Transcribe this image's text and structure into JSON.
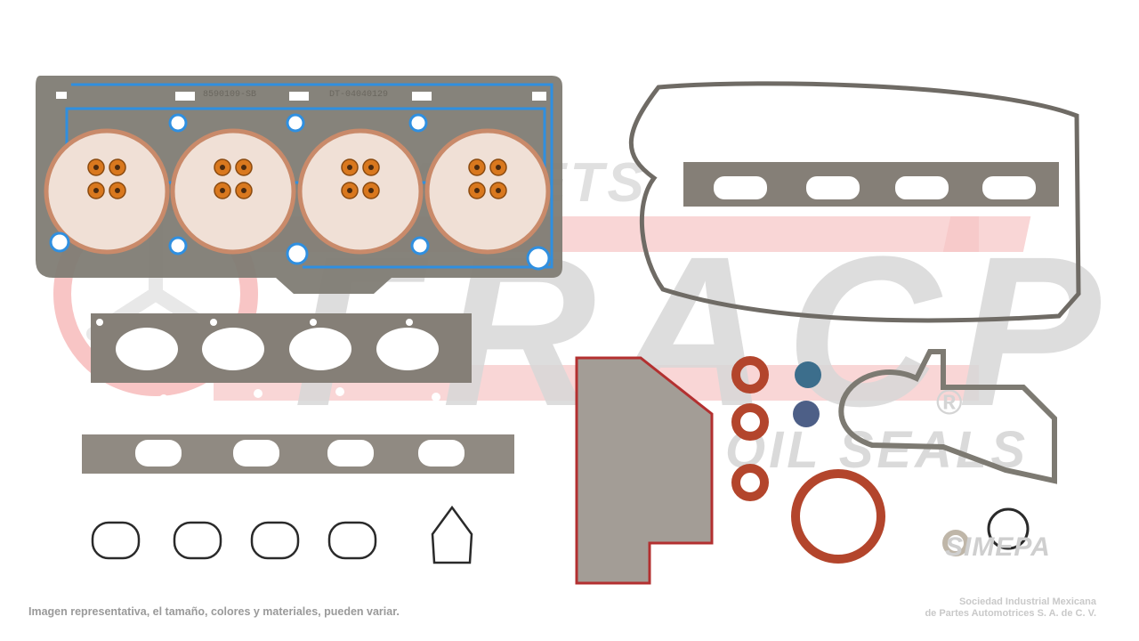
{
  "image": {
    "description": "Engine full gasket set product photo on white background with watermark",
    "parts": [
      "cylinder-head-gasket",
      "valve-stem-seals",
      "valve-cover-gasket",
      "exhaust-manifold-gasket",
      "intake-manifold-gasket",
      "intake-port-o-rings",
      "oil-filter-housing-gasket",
      "front-oil-seals",
      "rear-main-seal",
      "camshaft-plugs",
      "water-pump-gasket",
      "o-ring",
      "drain-plug-washer"
    ]
  },
  "gasket_stamps": {
    "part_number": "8590109-SB",
    "code": "DT-04040129"
  },
  "watermark": {
    "brand": "FRACP",
    "line1": "GASKETS",
    "line2": "OIL SEALS",
    "registered": "®",
    "accent_color": "#f4a6a6",
    "text_color": "#d4d4d4"
  },
  "footer": {
    "disclaimer": "Imagen representativa, el tamaño, colores y materiales, pueden variar.",
    "logo": "SIMEPA",
    "company_line1": "Sociedad Industrial Mexicana",
    "company_line2": "de Partes Automotrices S. A. de C. V."
  },
  "colors": {
    "gasket_gray": "#7d7a72",
    "seal_blue": "#2f8fe0",
    "copper": "#c98a6a",
    "seal_orange": "#d9781e",
    "oil_seal_red": "#b3452c",
    "plug_blue": "#3c6e8c"
  }
}
